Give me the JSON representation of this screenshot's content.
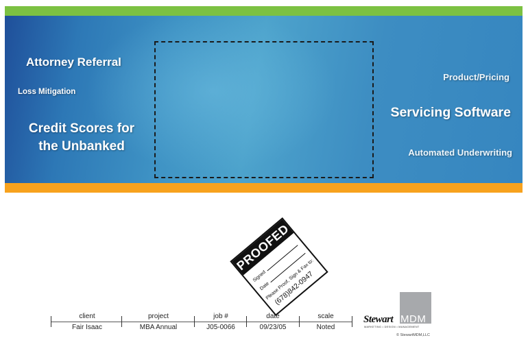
{
  "banner": {
    "left_items": {
      "attorney_referral": "Attorney Referral",
      "loss_mitigation": "Loss Mitigation",
      "credit_scores": "Credit Scores for the Unbanked"
    },
    "right_items": {
      "product_pricing": "Product/Pricing",
      "servicing_software": "Servicing Software",
      "automated_underwriting": "Automated Underwriting"
    },
    "colors": {
      "top_bar": "#7cc142",
      "bottom_bar": "#f7a21e",
      "background": "#3e92c4"
    }
  },
  "stamp": {
    "title": "PROOFED",
    "signed_label": "Signed",
    "date_label": "Date",
    "instructions": "Please Proof, Sign & Fax to:",
    "phone": "(678)842-0947"
  },
  "title_block": {
    "columns": [
      {
        "label": "client",
        "value": "Fair Isaac"
      },
      {
        "label": "project",
        "value": "MBA Annual"
      },
      {
        "label": "job #",
        "value": "J05-0066"
      },
      {
        "label": "date",
        "value": "09/23/05"
      },
      {
        "label": "scale",
        "value": "Noted"
      }
    ]
  },
  "logo": {
    "name_part1": "Stewart",
    "name_part2": "MDM",
    "tagline": "MARKETING  •  DESIGN  •  MANAGEMENT",
    "copyright": "© StewartMDM,LLC"
  }
}
